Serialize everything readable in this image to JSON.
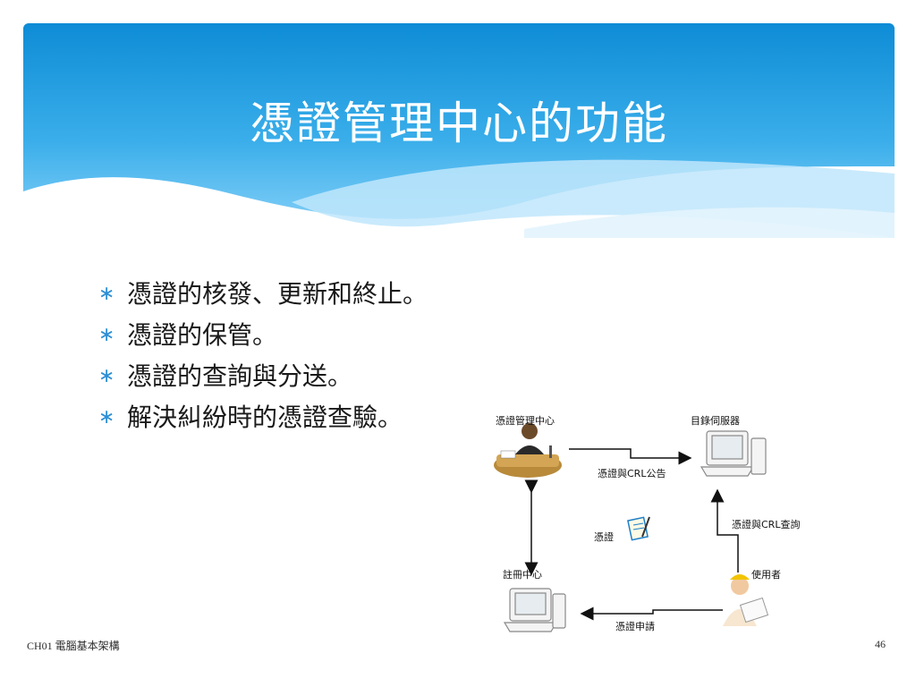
{
  "slide": {
    "title": "憑證管理中心的功能",
    "bullets": [
      "憑證的核發、更新和終止。",
      "憑證的保管。",
      "憑證的查詢與分送。",
      "解決糾紛時的憑證查驗。"
    ],
    "bullet_icon": "asterisk-icon",
    "footer_left": "CH01 電腦基本架構",
    "page_number": "46"
  },
  "diagram": {
    "nodes": {
      "ca": "憑證管理中心",
      "directory": "目錄伺服器",
      "ra": "註冊中心",
      "user": "使用者"
    },
    "edges": {
      "publish": "憑證與CRL公告",
      "query": "憑證與CRL查詢",
      "apply": "憑證申請"
    },
    "cert_label": "憑證"
  },
  "colors": {
    "header_top": "#0f8fd8",
    "header_bottom": "#4cb6ef",
    "bullet": "#2b8fd6"
  }
}
